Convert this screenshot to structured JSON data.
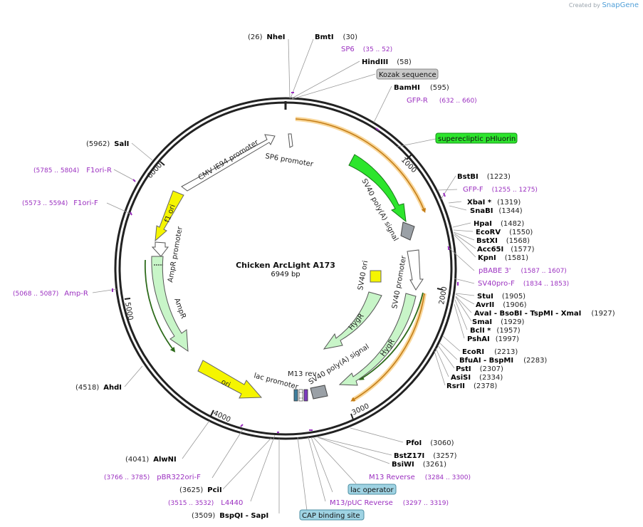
{
  "branding": {
    "created_by": "Created by",
    "app": "SnapGene"
  },
  "plasmid": {
    "name": "Chicken ArcLight A173",
    "length_label": "6949 bp",
    "length_bp": 6949
  },
  "colors": {
    "primer": "#9b30c0",
    "site": "#000000",
    "feature_gray": "#c8c8c8",
    "feature_cyan": "#9fd3e3",
    "feature_green": "#2de52d"
  },
  "ticks": [
    {
      "label": "1000"
    },
    {
      "label": "2000"
    },
    {
      "label": "3000"
    },
    {
      "label": "4000"
    },
    {
      "label": "5000"
    },
    {
      "label": "6000"
    }
  ],
  "site_labels": {
    "l1": {
      "pre": "(26)",
      "name": "NheI",
      "post": ""
    },
    "l2": {
      "pre": "",
      "name": "BmtI",
      "post": "(30)"
    },
    "l3": {
      "pre": "",
      "name": "SP6",
      "post": "(35 .. 52)"
    },
    "l4": {
      "pre": "",
      "name": "HindIII",
      "post": "(58)"
    },
    "l5": {
      "pre": "",
      "name": "Kozak sequence",
      "post": ""
    },
    "l6": {
      "pre": "",
      "name": "BamHI",
      "post": "(595)"
    },
    "l7": {
      "pre": "",
      "name": "GFP-R",
      "post": "(632 .. 660)"
    },
    "l8": {
      "pre": "",
      "name": "superecliptic pHluorin",
      "post": ""
    },
    "l9": {
      "pre": "",
      "name": "BstBI",
      "post": "(1223)"
    },
    "l10": {
      "pre": "",
      "name": "GFP-F",
      "post": "(1255 .. 1275)"
    },
    "l11": {
      "pre": "",
      "name": "XbaI *",
      "post": "(1319)"
    },
    "l12": {
      "pre": "",
      "name": "SnaBI",
      "post": "(1344)"
    },
    "l13": {
      "pre": "",
      "name": "HpaI",
      "post": "(1482)"
    },
    "l14": {
      "pre": "",
      "name": "EcoRV",
      "post": "(1550)"
    },
    "l15": {
      "pre": "",
      "name": "BstXI",
      "post": "(1568)"
    },
    "l16": {
      "pre": "",
      "name": "Acc65I",
      "post": "(1577)"
    },
    "l17": {
      "pre": "",
      "name": "KpnI",
      "post": "(1581)"
    },
    "l18": {
      "pre": "",
      "name": "pBABE 3'",
      "post": "(1587 .. 1607)"
    },
    "l19": {
      "pre": "",
      "name": "SV40pro-F",
      "post": "(1834 .. 1853)"
    },
    "l20": {
      "pre": "",
      "name": "StuI",
      "post": "(1905)"
    },
    "l21": {
      "pre": "",
      "name": "AvrII",
      "post": "(1906)"
    },
    "l22": {
      "pre": "",
      "name": "AvaI  - BsoBI  - TspMI  - XmaI",
      "post": "(1927)"
    },
    "l23": {
      "pre": "",
      "name": "SmaI",
      "post": "(1929)"
    },
    "l24": {
      "pre": "",
      "name": "BclI *",
      "post": "(1957)"
    },
    "l25": {
      "pre": "",
      "name": "PshAI",
      "post": "(1997)"
    },
    "l26": {
      "pre": "",
      "name": "EcoRI",
      "post": "(2213)"
    },
    "l27": {
      "pre": "",
      "name": "BfuAI  - BspMI",
      "post": "(2283)"
    },
    "l28": {
      "pre": "",
      "name": "PstI",
      "post": "(2307)"
    },
    "l29": {
      "pre": "",
      "name": "AsiSI",
      "post": "(2334)"
    },
    "l30": {
      "pre": "",
      "name": "RsrII",
      "post": "(2378)"
    },
    "l31": {
      "pre": "",
      "name": "PfoI",
      "post": "(3060)"
    },
    "l32": {
      "pre": "",
      "name": "BstZ17I",
      "post": "(3257)"
    },
    "l33": {
      "pre": "",
      "name": "BsiWI",
      "post": "(3261)"
    },
    "l34": {
      "pre": "",
      "name": "M13 Reverse",
      "post": "(3284 .. 3300)"
    },
    "l35": {
      "pre": "",
      "name": "lac operator",
      "post": ""
    },
    "l36": {
      "pre": "",
      "name": "M13/pUC Reverse",
      "post": "(3297 .. 3319)"
    },
    "l37": {
      "pre": "",
      "name": "CAP binding site",
      "post": ""
    },
    "l38": {
      "pre": "(3509)",
      "name": "BspQI  - SapI",
      "post": ""
    },
    "l39": {
      "pre": "(3515 .. 3532)",
      "name": "L4440",
      "post": ""
    },
    "l40": {
      "pre": "(3625)",
      "name": "PciI",
      "post": ""
    },
    "l41": {
      "pre": "(3766 .. 3785)",
      "name": "pBR322ori-F",
      "post": ""
    },
    "l42": {
      "pre": "(4041)",
      "name": "AlwNI",
      "post": ""
    },
    "l43": {
      "pre": "(4518)",
      "name": "AhdI",
      "post": ""
    },
    "l44": {
      "pre": "(5068 .. 5087)",
      "name": "Amp-R",
      "post": ""
    },
    "l45": {
      "pre": "(5573 .. 5594)",
      "name": "F1ori-F",
      "post": ""
    },
    "l46": {
      "pre": "(5785 .. 5804)",
      "name": "F1ori-R",
      "post": ""
    },
    "l47": {
      "pre": "(5962)",
      "name": "SalI",
      "post": ""
    }
  },
  "feature_labels": {
    "cmv": "CMV IE94 promoter",
    "sp6p": "SP6 promoter",
    "sv40pa1": "SV40 poly(A) signal",
    "f1": "f1 ori",
    "ampr_p": "AmpR promoter",
    "ampr": "AmpR",
    "sv40ori": "SV40 ori",
    "sv40p": "SV40 promoter",
    "hygr1": "HygR",
    "hygr2": "HygR",
    "sv40pa2": "SV40 poly(A) signal",
    "ori": "ori",
    "lacp": "lac promoter",
    "m13rev": "M13 rev"
  }
}
